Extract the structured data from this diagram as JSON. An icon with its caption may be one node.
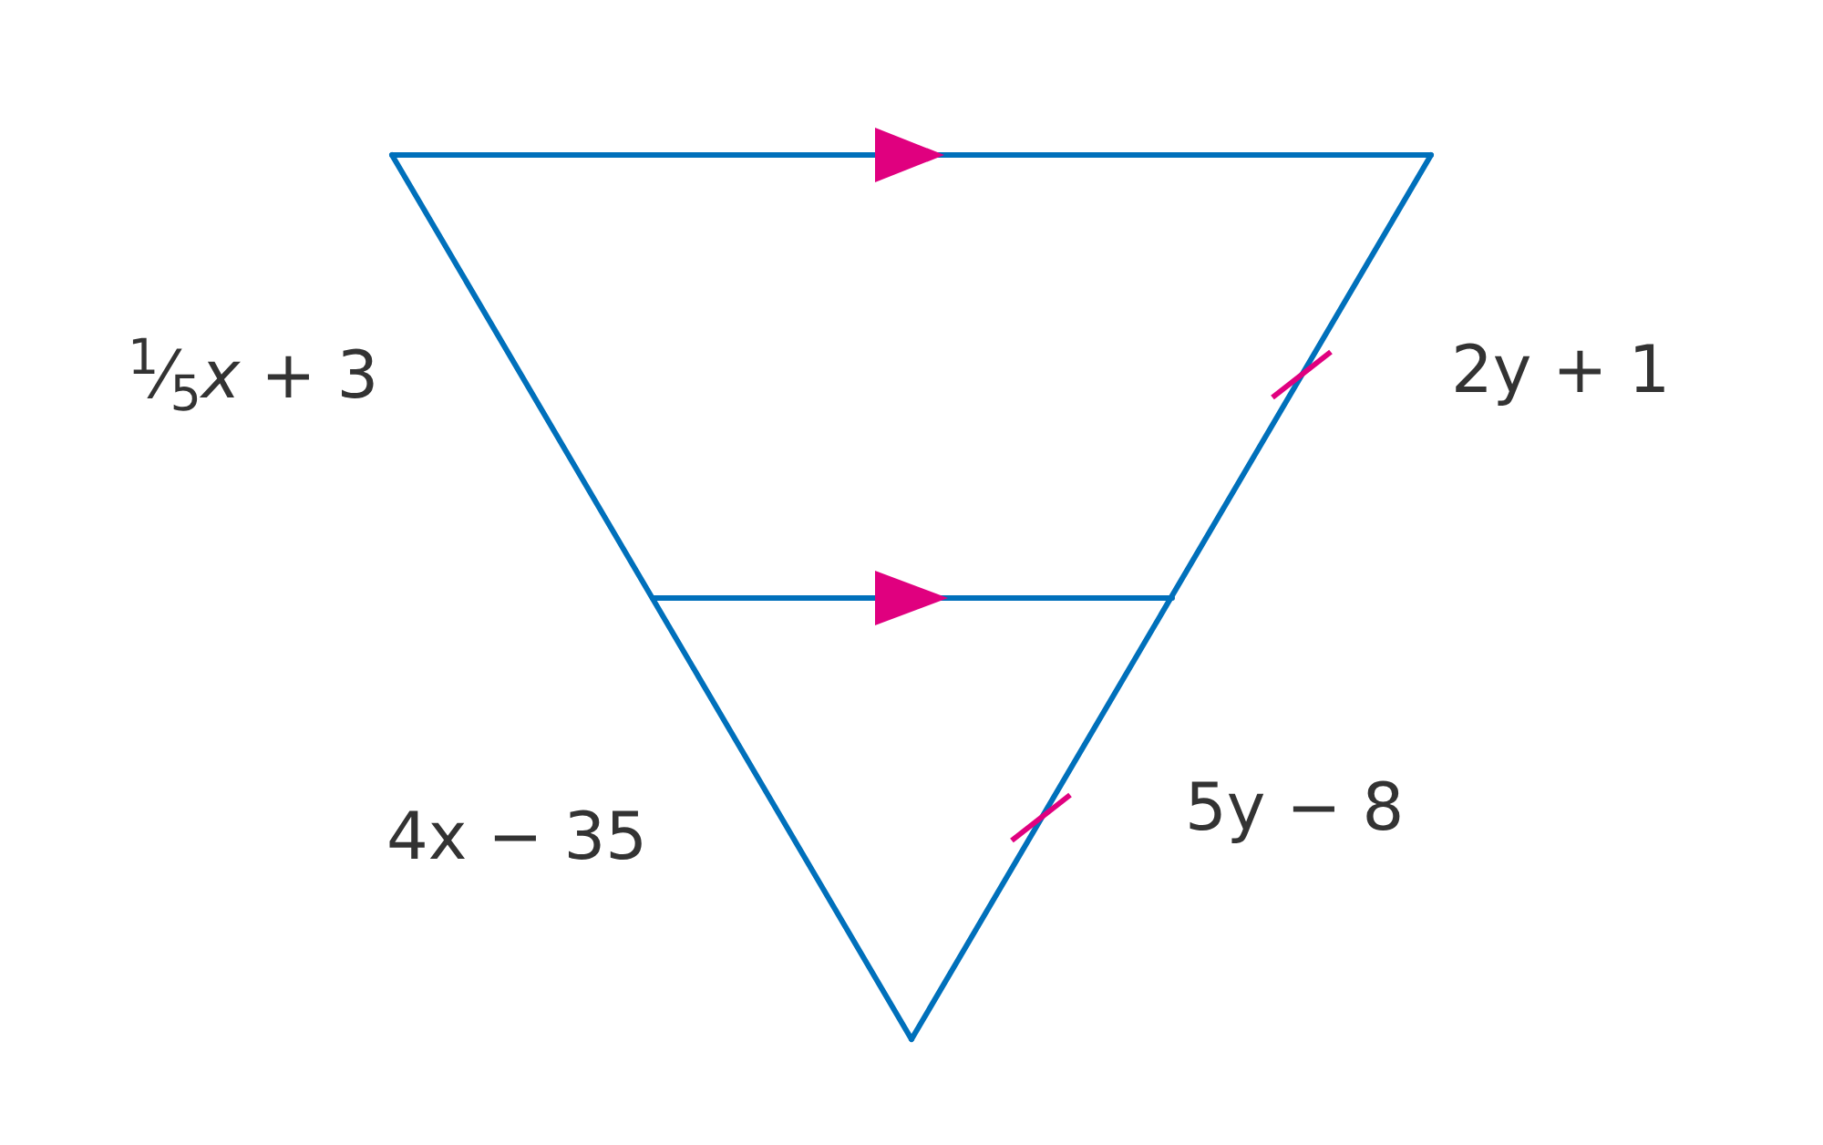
{
  "diagram": {
    "labels": [
      "$^{1}$⁄$_{5}$*x* + 3",
      "2y + 1",
      "4x − 35",
      "5y − 8"
    ]
  }
}
